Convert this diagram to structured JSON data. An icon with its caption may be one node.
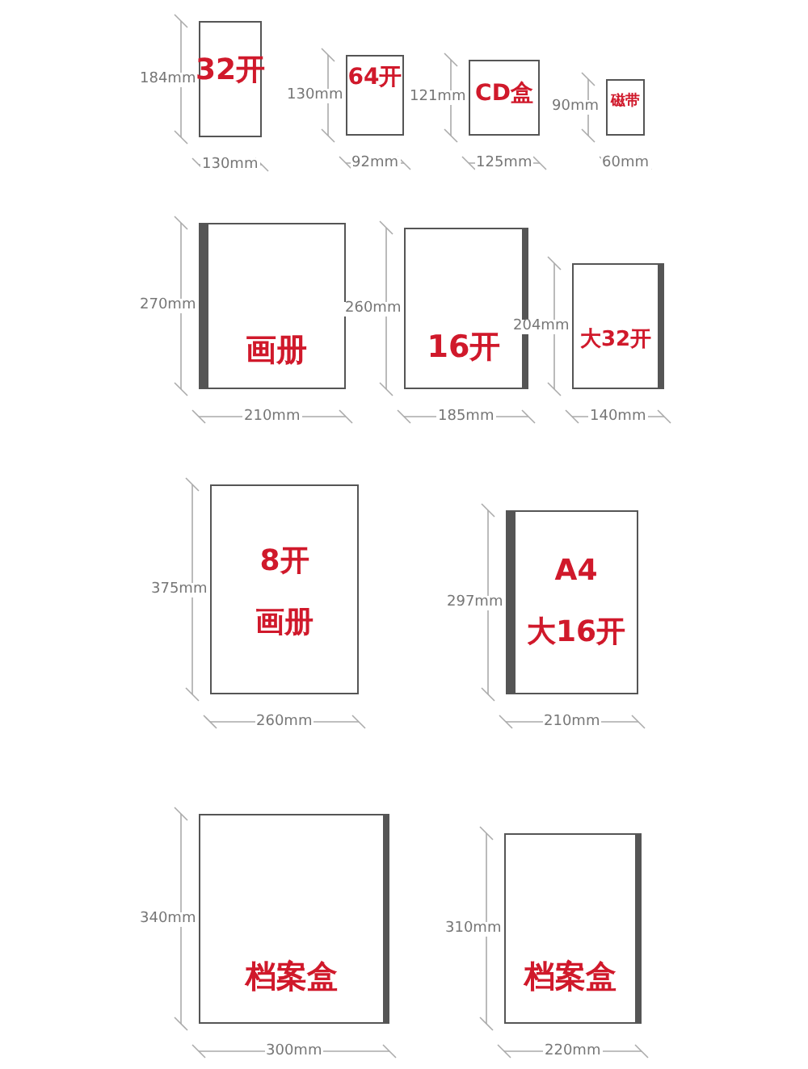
{
  "diagram": {
    "nodes": [
      {
        "text": [
          "32开"
        ],
        "beside": [
          "184mm",
          "130mm"
        ]
      },
      {
        "text": [
          "64开"
        ],
        "beside": [
          "130mm",
          "92mm"
        ]
      },
      {
        "text": [
          "CD盒"
        ],
        "beside": [
          "121mm",
          "125mm"
        ]
      },
      {
        "text": [
          "磁带"
        ],
        "beside": [
          "90mm",
          "60mm"
        ]
      },
      {
        "text": [
          "画册"
        ],
        "beside": [
          "270mm",
          "210mm"
        ]
      },
      {
        "text": [
          "16开"
        ],
        "beside": [
          "260mm",
          "185mm"
        ]
      },
      {
        "text": [
          "大32开"
        ],
        "beside": [
          "204mm",
          "140mm"
        ]
      },
      {
        "text": [
          "8开",
          "画册"
        ],
        "beside": [
          "375mm",
          "260mm"
        ]
      },
      {
        "text": [
          "A4",
          "大16开"
        ],
        "beside": [
          "297mm",
          "210mm"
        ]
      },
      {
        "text": [
          "档案盒"
        ],
        "beside": [
          "340mm",
          "300mm"
        ]
      },
      {
        "text": [
          "档案盒"
        ],
        "beside": [
          "310mm",
          "220mm"
        ]
      }
    ]
  }
}
